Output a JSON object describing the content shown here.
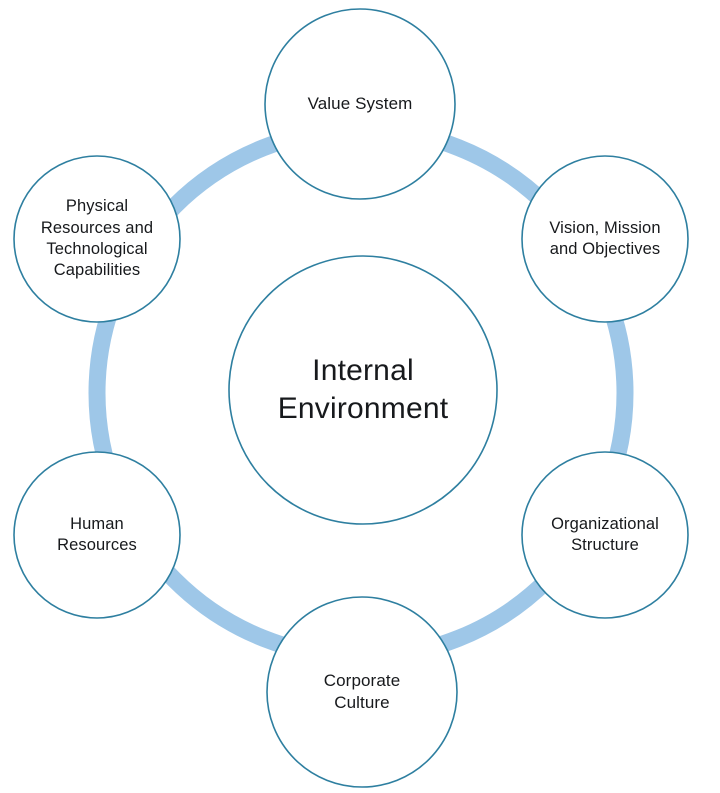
{
  "diagram": {
    "title": "Internal Environment",
    "type": "hub-and-spoke circular diagram",
    "colors": {
      "background": "#ffffff",
      "ring": "#9EC7E8",
      "circle_stroke": "#2E7FA0",
      "circle_fill": "#ffffff",
      "text": "#17191c"
    },
    "hub": {
      "label": "Internal\nEnvironment"
    },
    "nodes": [
      {
        "id": "value-system",
        "label": "Value System",
        "position": "top"
      },
      {
        "id": "vision-mission-objectives",
        "label": "Vision, Mission\nand Objectives",
        "position": "upper-right"
      },
      {
        "id": "organizational-structure",
        "label": "Organizational\nStructure",
        "position": "lower-right"
      },
      {
        "id": "corporate-culture",
        "label": "Corporate\nCulture",
        "position": "bottom"
      },
      {
        "id": "human-resources",
        "label": "Human\nResources",
        "position": "lower-left"
      },
      {
        "id": "physical-resources-technological-capabilities",
        "label": "Physical\nResources and\nTechnological\nCapabilities",
        "position": "upper-left"
      }
    ]
  },
  "chart_data": {
    "type": "diagram",
    "title": "Internal Environment",
    "center": "Internal Environment",
    "categories": [
      "Value System",
      "Vision, Mission and Objectives",
      "Organizational Structure",
      "Corporate Culture",
      "Human Resources",
      "Physical Resources and Technological Capabilities"
    ],
    "legend": [],
    "xlabel": "",
    "ylabel": ""
  }
}
